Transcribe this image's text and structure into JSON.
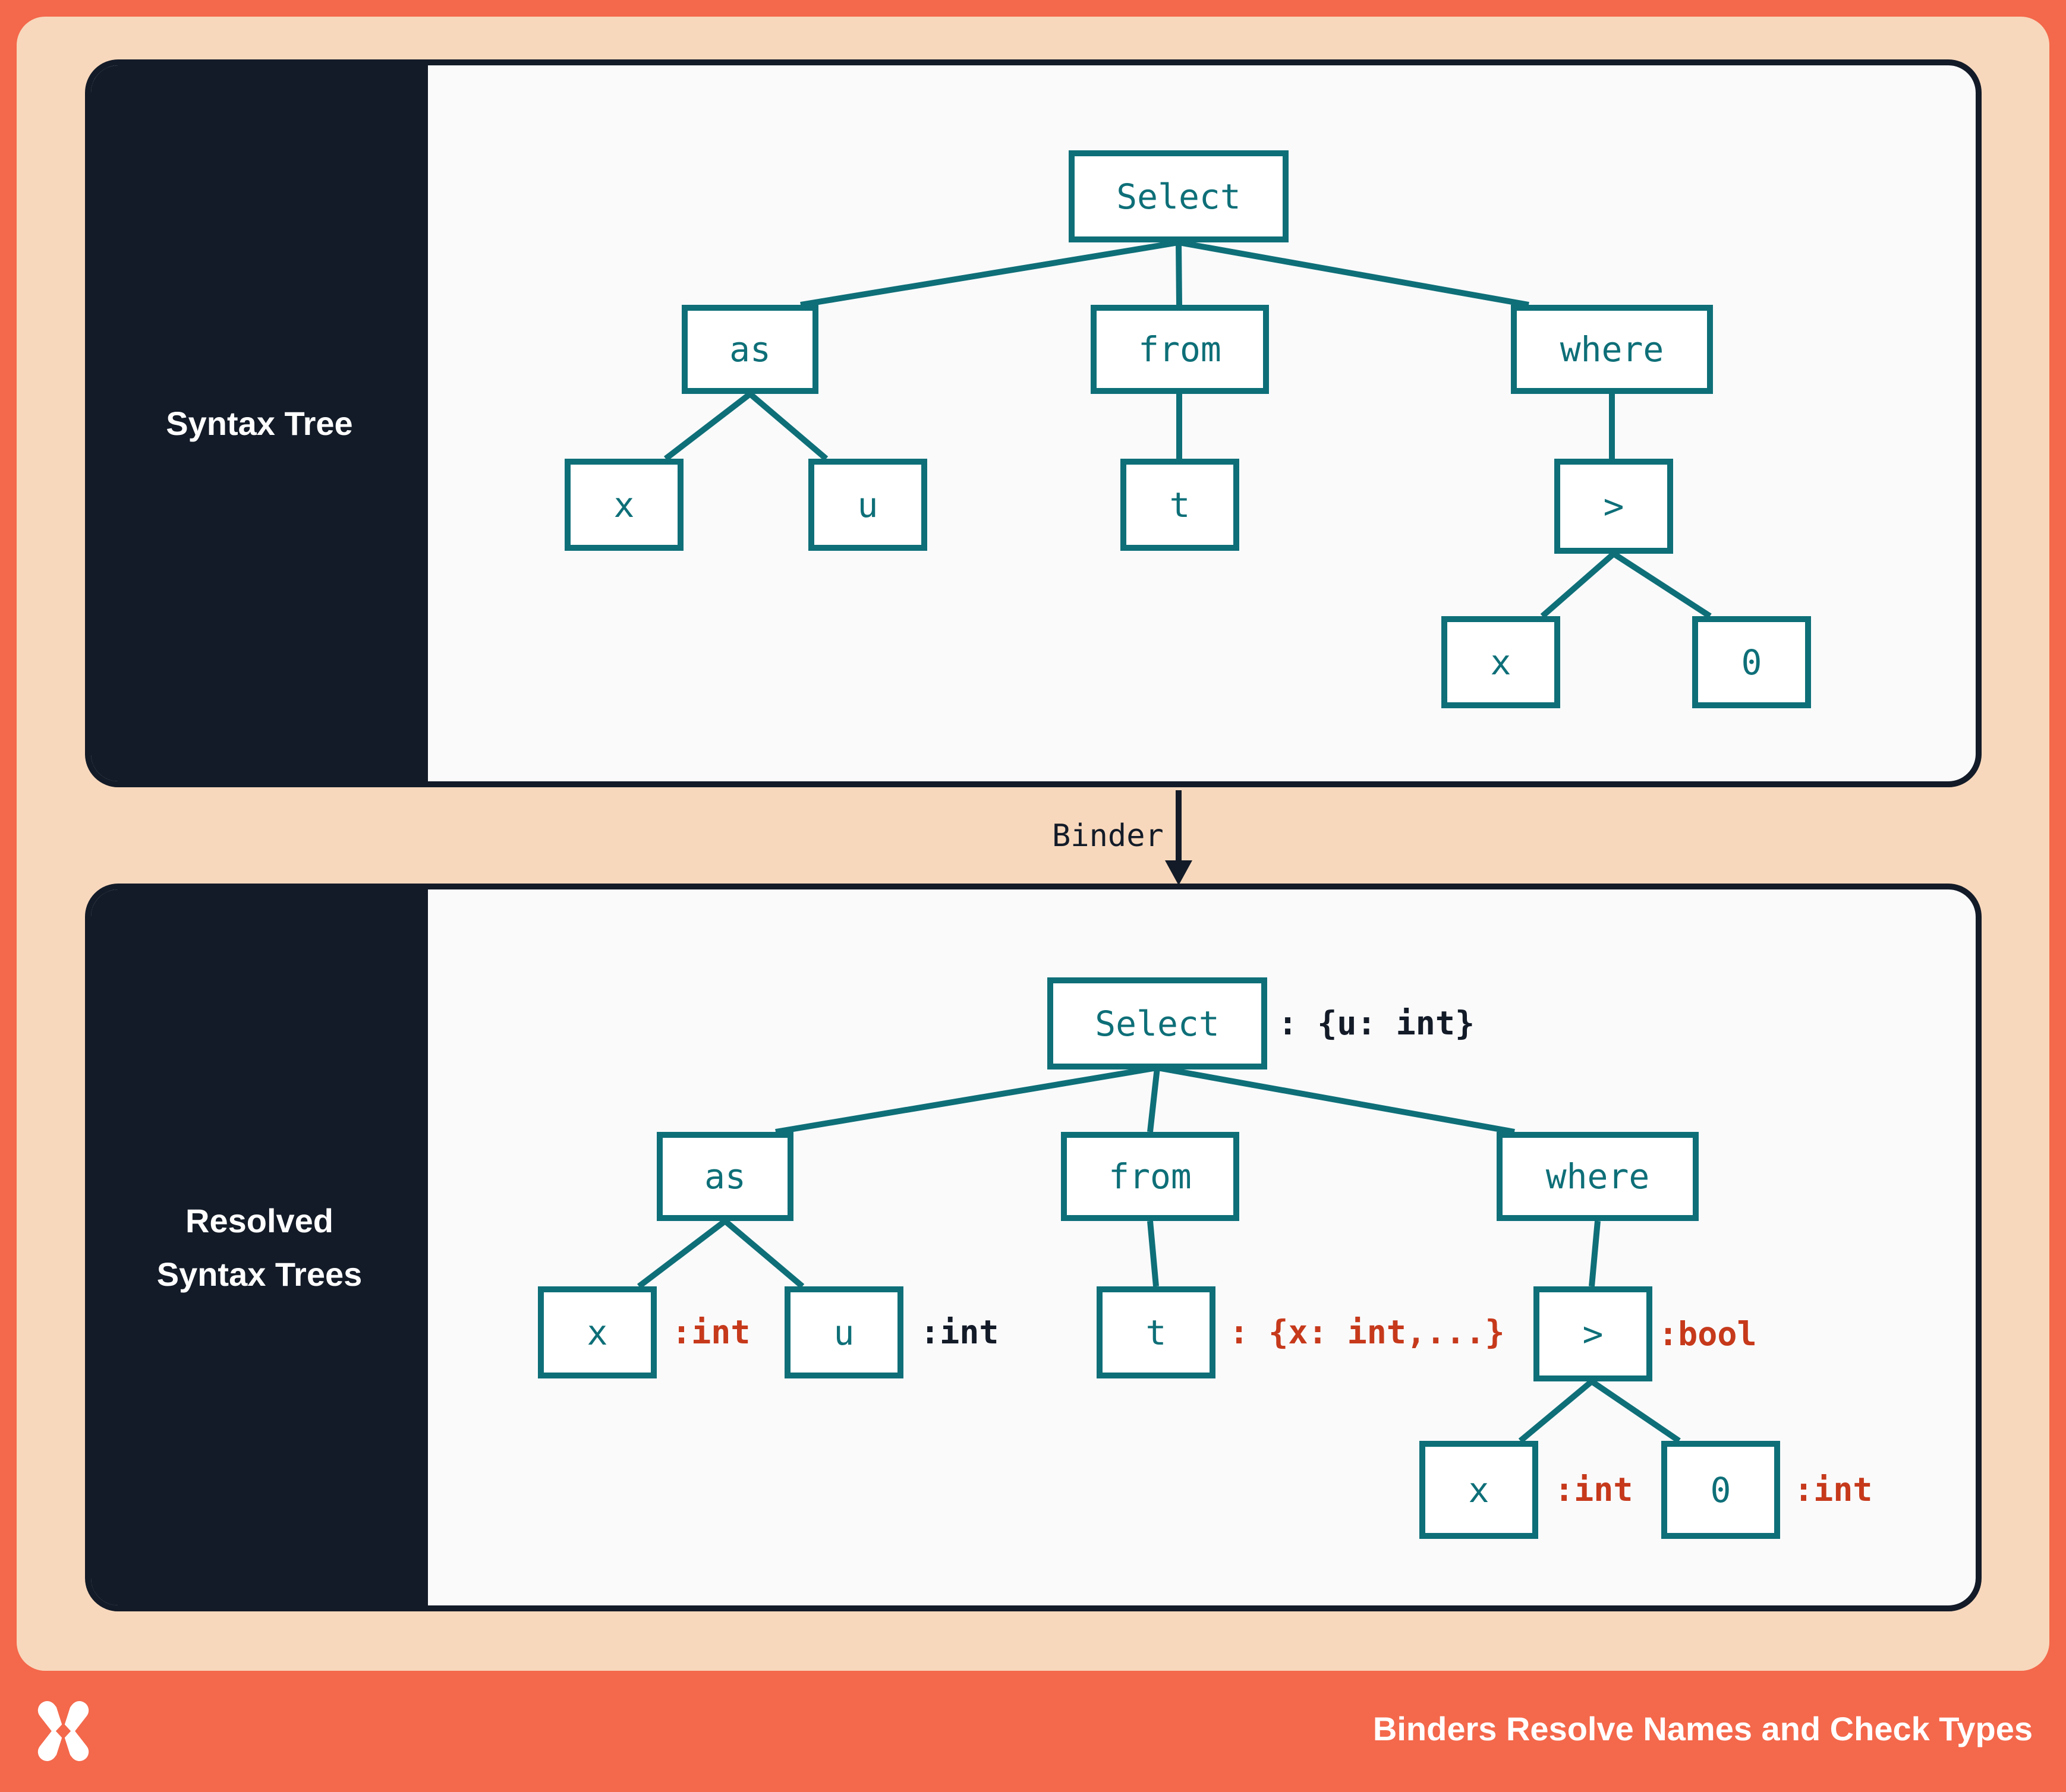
{
  "colors": {
    "coral": "#F4684B",
    "peach": "#F8D8BC",
    "navy": "#131B28",
    "teal": "#0E6F78",
    "red": "#C6391B",
    "panel_bg": "#FAFAFB",
    "node_bg": "#FFFFFF",
    "white": "#FFFFFF"
  },
  "panel_top": {
    "sidebar_label": "Syntax Tree"
  },
  "panel_bottom": {
    "sidebar_label_line1": "Resolved",
    "sidebar_label_line2": "Syntax Trees"
  },
  "binder": {
    "label": "Binder"
  },
  "footer": {
    "title": "Binders Resolve Names and Check Types",
    "logo": "x-mark-logo"
  },
  "tree_top": {
    "nodes": {
      "select": "Select",
      "as": "as",
      "from": "from",
      "where": "where",
      "x_left": "x",
      "u": "u",
      "t": "t",
      "gt": ">",
      "x_right": "x",
      "zero": "0"
    }
  },
  "tree_bottom": {
    "nodes": {
      "select": "Select",
      "as": "as",
      "from": "from",
      "where": "where",
      "x_left": "x",
      "u": "u",
      "t": "t",
      "gt": ">",
      "x_right": "x",
      "zero": "0"
    },
    "annotations": {
      "select": ": {u: int}",
      "x_left": ":int",
      "u": ":int",
      "t": ": {x: int,...}",
      "gt": ":bool",
      "x_right": ":int",
      "zero": ":int"
    }
  }
}
